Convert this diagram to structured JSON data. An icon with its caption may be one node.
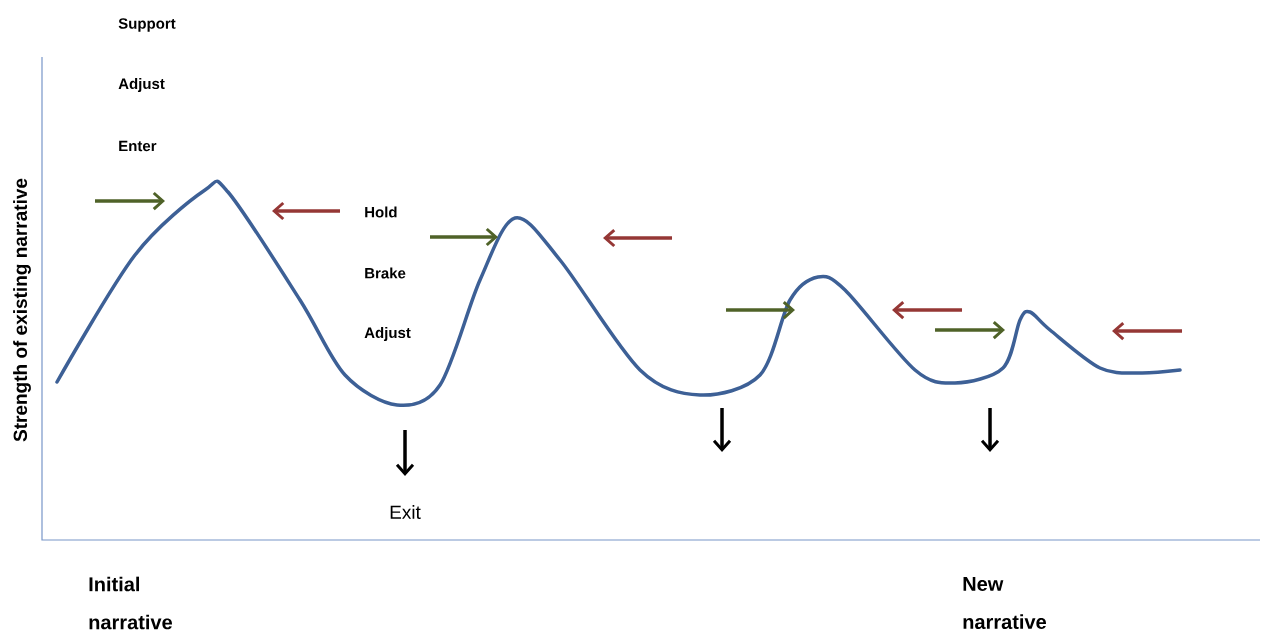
{
  "diagram": {
    "labels": [
      "Support",
      "Adjust",
      "Enter",
      "Hold",
      "Brake",
      "Adjust",
      "Strength of existing narrative",
      "Exit",
      "Initial narrative",
      "New narrative"
    ]
  }
}
